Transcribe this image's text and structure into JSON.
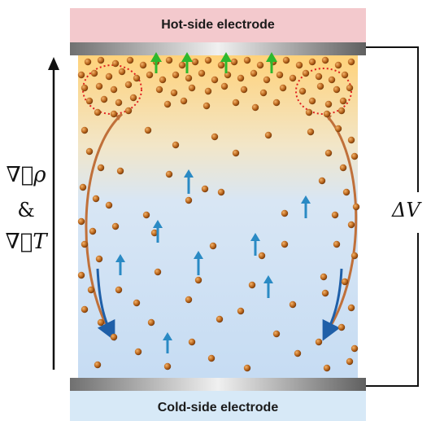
{
  "labels": {
    "hot_electrode": "Hot-side electrode",
    "cold_electrode": "Cold-side electrode",
    "grad_rho": "∇⃗ρ",
    "ampersand": "&",
    "grad_T": "∇⃗T",
    "delta_v": "ΔV"
  },
  "colors": {
    "hot_electrode": "#f2c8cc",
    "cold_electrode": "#d6e9f6",
    "hot_gradient": "#ffd580",
    "cold_gradient": "#c7dcf2",
    "particle": "#b8651c",
    "blue_arrow": "#2a8ac4",
    "green_arrow": "#2db82d",
    "dotted_cluster": "#e02020"
  }
}
